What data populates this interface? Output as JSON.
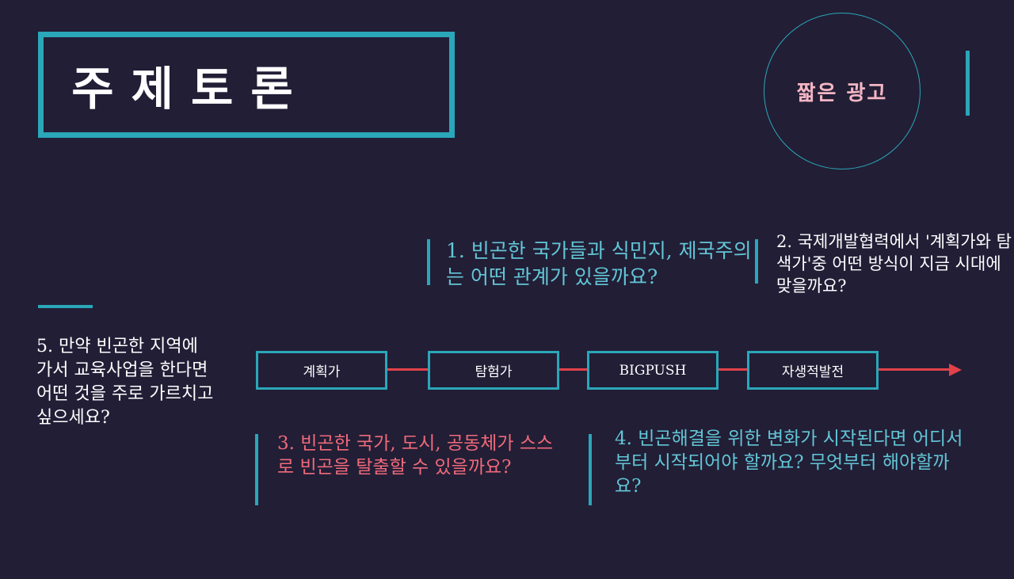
{
  "title": "주제토론",
  "ad_label": "짧은 광고",
  "questions": {
    "q1": "1. 빈곤한 국가들과 식민지, 제국주의는 어떤 관계가 있을까요?",
    "q2": "2. 국제개발협력에서 '계획가와 탐색가'중 어떤 방식이 지금 시대에 맞을까요?",
    "q3": "3. 빈곤한 국가, 도시, 공동체가 스스로 빈곤을 탈출할 수 있을까요?",
    "q4": "4. 빈곤해결을 위한 변화가 시작된다면 어디서 부터 시작되어야 할까요? 무엇부터 해야할까요?",
    "q5": "5. 만약 빈곤한 지역에 가서 교육사업을 한다면 어떤 것을 주로 가르치고 싶으세요?"
  },
  "flow": {
    "steps": [
      "계획가",
      "탐험가",
      "BIGPUSH",
      "자생적발전"
    ]
  },
  "colors": {
    "background": "#221e36",
    "accent_teal": "#2aa7b9",
    "arrow_red": "#e2414a",
    "q1_text": "#62c6d6",
    "q3_text": "#f06a7a",
    "ad_text": "#f4b6c4"
  }
}
